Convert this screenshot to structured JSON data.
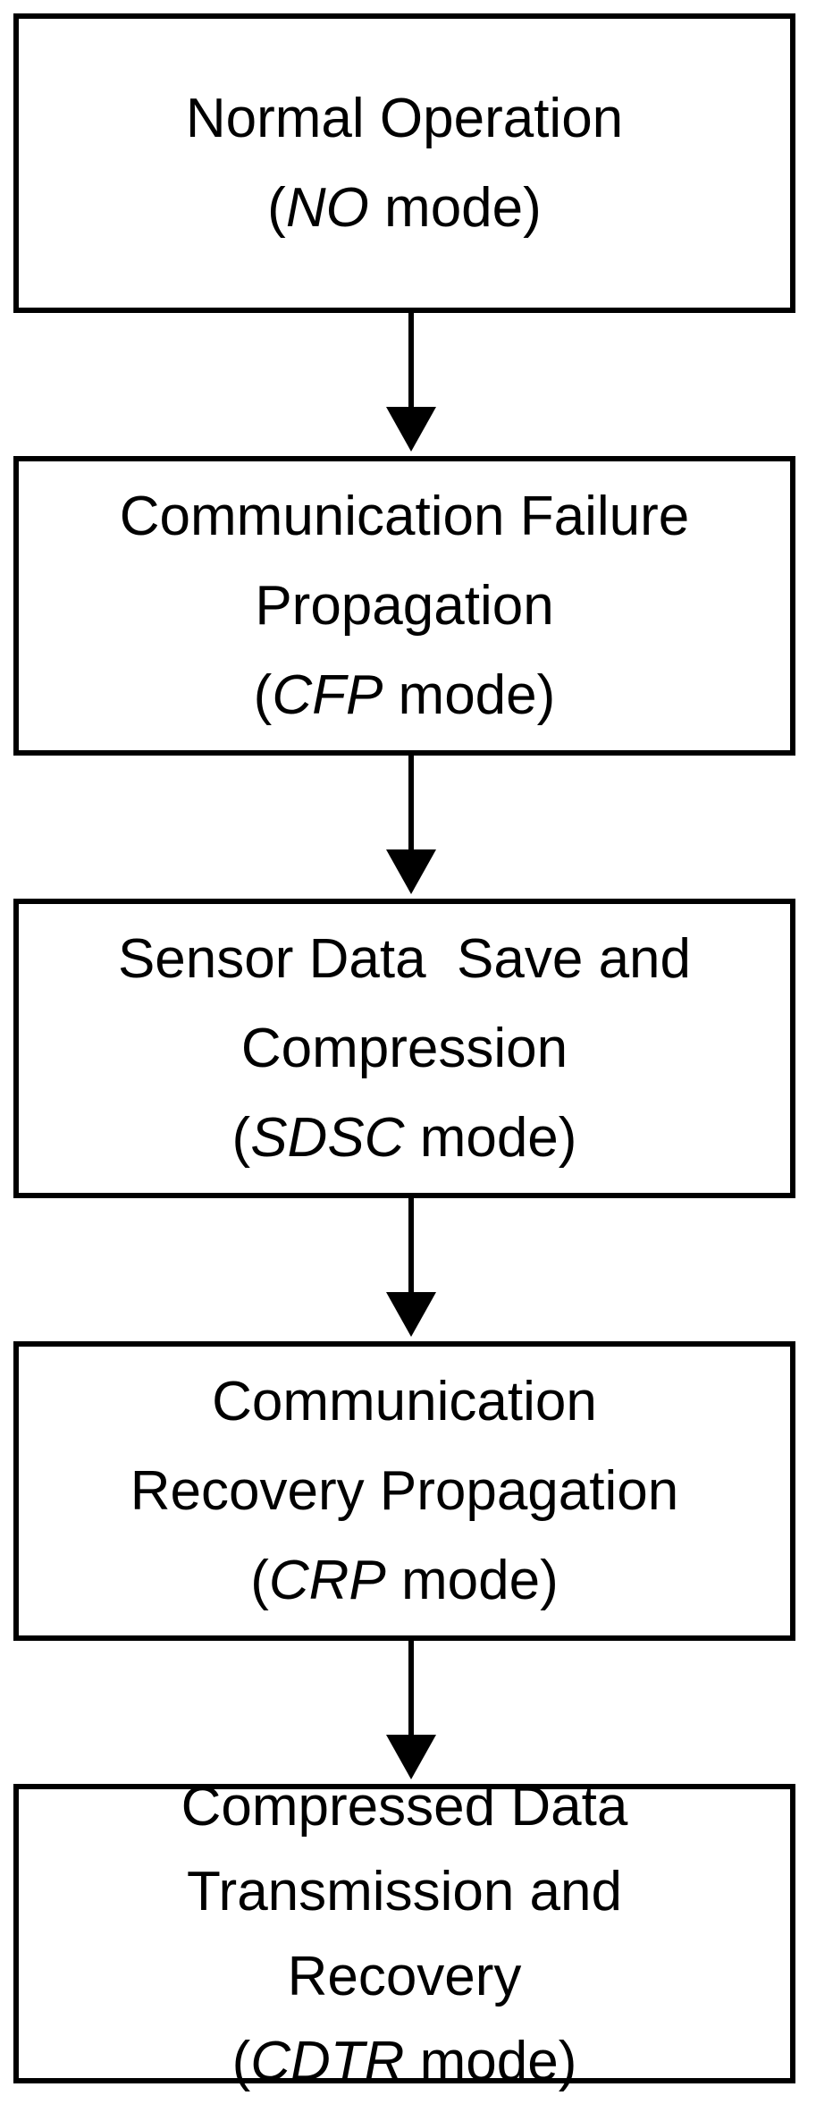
{
  "steps": [
    {
      "lines": [
        "Normal Operation"
      ],
      "abbr": "NO",
      "mode_word": " mode"
    },
    {
      "lines": [
        "Communication Failure",
        "Propagation"
      ],
      "abbr": "CFP",
      "mode_word": " mode"
    },
    {
      "lines": [
        "Sensor Data  Save and",
        "Compression"
      ],
      "abbr": "SDSC",
      "mode_word": " mode"
    },
    {
      "lines": [
        "Communication",
        "Recovery Propagation"
      ],
      "abbr": "CRP",
      "mode_word": " mode"
    },
    {
      "lines": [
        "Compressed Data",
        "Transmission and",
        "Recovery"
      ],
      "abbr": "CDTR",
      "mode_word": " mode"
    }
  ]
}
